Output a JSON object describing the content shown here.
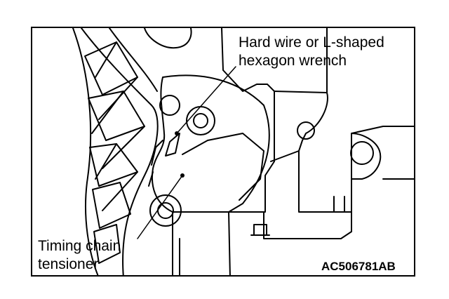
{
  "callouts": {
    "wrench": {
      "line1": "Hard wire or L-shaped",
      "line2": "hexagon wrench"
    },
    "tensioner": {
      "line1": "Timing chain",
      "line2": "tensioner"
    }
  },
  "figure_code": "AC506781AB"
}
